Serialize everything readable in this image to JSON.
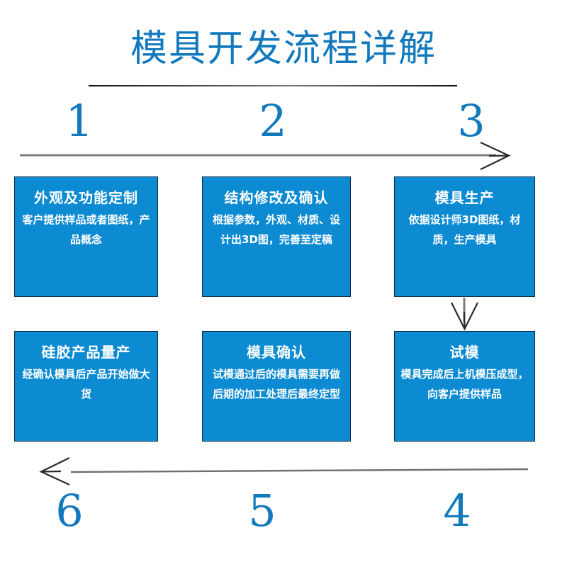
{
  "page": {
    "title": "模具开发流程详解",
    "background_color": "#ffffff",
    "accent_color": "#1379bd",
    "box_color": "#0c8bd2",
    "arrow_color": "#808080"
  },
  "steps": [
    {
      "number": "1",
      "title": "外观及功能定制",
      "body": "客户提供样品或者图纸，产品概念"
    },
    {
      "number": "2",
      "title": "结构修改及确认",
      "body": "根据参数，外观、材质、设计出3D图，完善至定稿"
    },
    {
      "number": "3",
      "title": "模具生产",
      "body": "依据设计师3D图纸，材质，生产模具"
    },
    {
      "number": "4",
      "title": "试模",
      "body": "模具完成后上机模压成型，向客户提供样品"
    },
    {
      "number": "5",
      "title": "模具确认",
      "body": "试模通过后的模具需要再做后期的加工处理后最终定型"
    },
    {
      "number": "6",
      "title": "硅胶产品量产",
      "body": "经确认模具后产品开始做大货"
    }
  ],
  "arrows": {
    "top": {
      "name": "top-flow-arrow",
      "direction": "right"
    },
    "right_connector": {
      "name": "right-connector-arrow",
      "direction": "down"
    },
    "bottom": {
      "name": "bottom-flow-arrow",
      "direction": "left"
    }
  }
}
